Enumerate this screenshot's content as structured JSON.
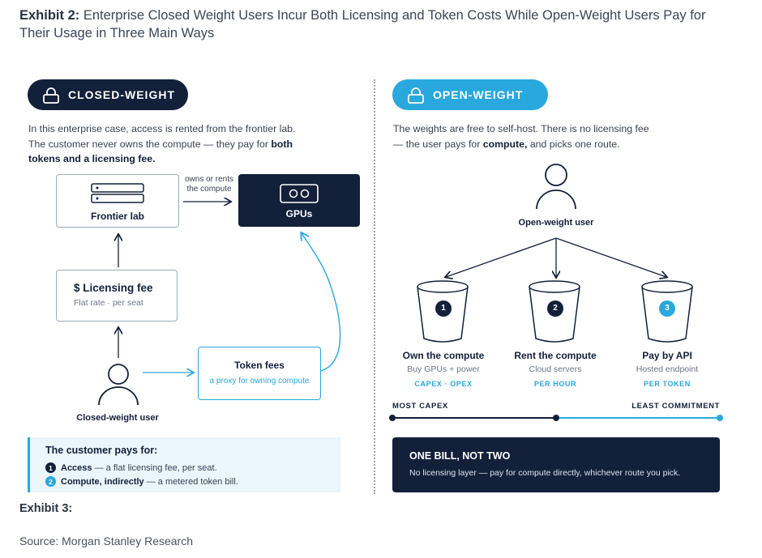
{
  "header": {
    "exhibit_label": "Exhibit 2:",
    "title": "Enterprise Closed Weight Users Incur Both Licensing and Token Costs While Open-Weight Users Pay for Their Usage in Three Main Ways"
  },
  "closed": {
    "pill_label": "CLOSED-WEIGHT",
    "desc_plain": "In this enterprise case, access is rented from the frontier lab. The customer never owns the compute — they pay for",
    "desc_bold": "both tokens and a licensing fee.",
    "frontier_lab": "Frontier lab",
    "owns_label_1": "owns or rents",
    "owns_label_2": "the compute",
    "gpus": "GPUs",
    "licensing_fee_title": "$ Licensing fee",
    "licensing_fee_sub": "Flat rate · per seat",
    "token_fees_title": "Token fees",
    "token_fees_sub": "a proxy for owning compute",
    "user_label": "Closed-weight user",
    "pays_title": "The customer pays for:",
    "pays_items": [
      {
        "num": "1",
        "bold": "Access",
        "rest": " — a flat licensing fee, per seat."
      },
      {
        "num": "2",
        "bold": "Compute, indirectly",
        "rest": " — a metered token bill."
      }
    ]
  },
  "open": {
    "pill_label": "OPEN-WEIGHT",
    "desc_plain_1": "The weights are free to self-host. There is no licensing fee — the user pays for",
    "desc_bold": "compute,",
    "desc_plain_2": " and picks one route.",
    "user_label": "Open-weight user",
    "routes": [
      {
        "num": "1",
        "title": "Own the compute",
        "sub": "Buy GPUs + power",
        "tag": "CAPEX · OPEX"
      },
      {
        "num": "2",
        "title": "Rent the compute",
        "sub": "Cloud servers",
        "tag": "PER HOUR"
      },
      {
        "num": "3",
        "title": "Pay by API",
        "sub": "Hosted endpoint",
        "tag": "PER TOKEN"
      }
    ],
    "scale_left": "MOST CAPEX",
    "scale_right": "LEAST COMMITMENT",
    "bill_title": "ONE BILL, NOT TWO",
    "bill_sub": "No licensing layer — pay for compute directly, whichever route you pick."
  },
  "footer": {
    "exhibit3": "Exhibit 3:",
    "source": "Source: Morgan Stanley Research"
  },
  "colors": {
    "navy": "#13203a",
    "accent_blue": "#29a8dd",
    "light_blue_panel": "#eaf5fc",
    "box_border": "#9aa9ba"
  }
}
